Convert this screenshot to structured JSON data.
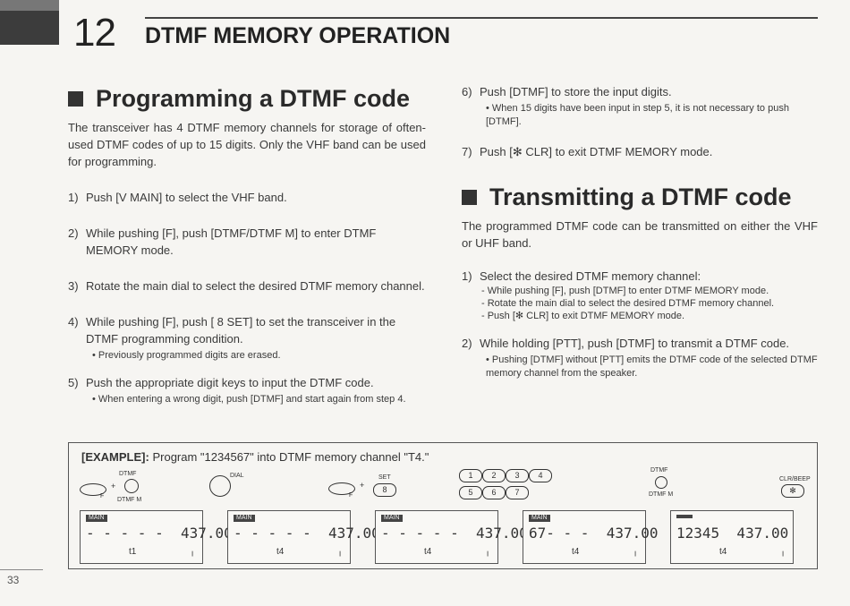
{
  "chapter": {
    "number": "12",
    "title": "DTMF MEMORY OPERATION"
  },
  "programming": {
    "heading": "Programming a DTMF code",
    "intro": "The transceiver has 4 DTMF memory channels for storage of often-used DTMF codes of up to 15 digits.  Only the VHF band can be used for programming.",
    "steps": [
      {
        "num": "1)",
        "text": "Push [V MAIN] to select the VHF band.",
        "note": ""
      },
      {
        "num": "2)",
        "text": "While pushing [F], push [DTMF/DTMF M] to enter DTMF MEMORY mode.",
        "note": ""
      },
      {
        "num": "3)",
        "text": "Rotate the main dial to select the desired DTMF memory channel.",
        "note": ""
      },
      {
        "num": "4)",
        "text": "While pushing [F], push [ 8  SET] to set the transceiver in the DTMF programming condition.",
        "note": "• Previously programmed digits are erased."
      },
      {
        "num": "5)",
        "text": "Push the appropriate digit keys to input the DTMF code.",
        "note": "• When entering a wrong digit, push [DTMF] and start again from step 4."
      },
      {
        "num": "6)",
        "text": "Push [DTMF] to store the input digits.",
        "note": "• When 15 digits have been input in step 5, it is not necessary to push [DTMF]."
      },
      {
        "num": "7)",
        "text": "Push [✻ CLR] to exit DTMF MEMORY mode.",
        "note": ""
      }
    ]
  },
  "transmitting": {
    "heading": "Transmitting a DTMF code",
    "intro": "The programmed DTMF code can be transmitted on either the VHF or UHF band.",
    "steps": [
      {
        "num": "1)",
        "text": "Select the desired DTMF memory channel:",
        "subs": [
          "- While pushing [F], push [DTMF] to enter DTMF MEMORY mode.",
          "- Rotate the main dial to select the desired DTMF memory channel.",
          "- Push [✻ CLR] to exit DTMF MEMORY mode."
        ]
      },
      {
        "num": "2)",
        "text": "While holding [PTT], push [DTMF] to transmit a DTMF code.",
        "note": "• Pushing [DTMF] without [PTT] emits the DTMF code of the selected DTMF memory channel from the speaker."
      }
    ]
  },
  "example": {
    "label": "[EXAMPLE]:",
    "text": "Program \"1234567\" into DTMF memory channel \"T4.\"",
    "controls": {
      "f": "F",
      "dtmf": "DTMF",
      "dtmf_m": "DTMF M",
      "dial": "DIAL",
      "set": "SET",
      "eight": "8",
      "keys_row1": [
        "1",
        "2",
        "3",
        "4"
      ],
      "keys_row2": [
        "5",
        "6",
        "7"
      ],
      "dtmf_right": "DTMF",
      "dtmf_m_right": "DTMF M",
      "clr_beep": "CLR/BEEP",
      "star": "✻"
    },
    "displays": [
      {
        "tag": "MAIN",
        "digits": "- - - - -  437.00",
        "mem": "t1"
      },
      {
        "tag": "MAIN",
        "digits": "- - - - -  437.00",
        "mem": "t4"
      },
      {
        "tag": "MAIN",
        "digits": "- - - - -  437.00",
        "mem": "t4"
      },
      {
        "tag": "MAIN",
        "digits": "67- - -  437.00",
        "mem": "t4"
      },
      {
        "tag": "",
        "digits": "12345  437.00",
        "mem": "t4"
      }
    ]
  },
  "page_number": "33"
}
